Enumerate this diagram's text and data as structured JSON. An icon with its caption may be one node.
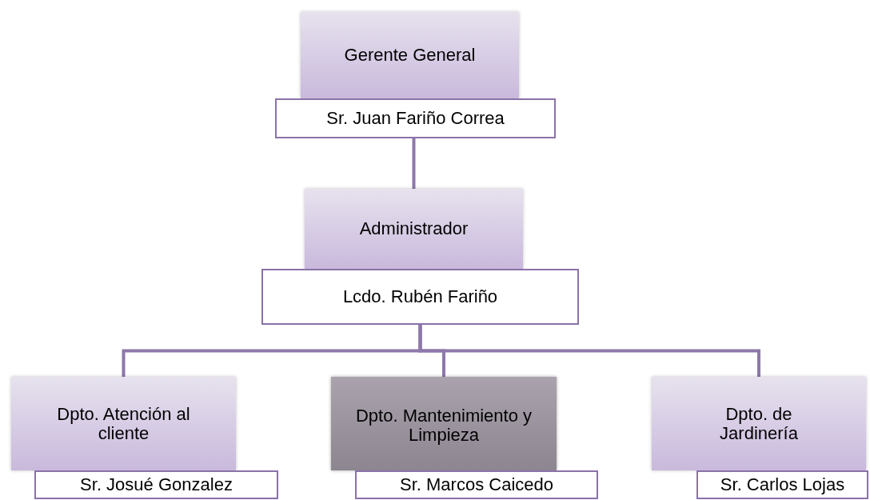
{
  "diagram": {
    "nodes": [
      {
        "text": [
          "Gerente General"
        ]
      },
      {
        "text": [
          "Sr. Juan Fariño Correa"
        ]
      },
      {
        "text": [
          "Administrador"
        ]
      },
      {
        "text": [
          "Lcdo. Rubén Fariño"
        ]
      },
      {
        "text": [
          "Dpto. Atención al cliente"
        ]
      },
      {
        "text": [
          "Sr. Josué Gonzalez"
        ]
      },
      {
        "text": [
          "Dpto. Mantenimiento y Limpieza"
        ]
      },
      {
        "text": [
          "Sr. Marcos Caicedo"
        ]
      },
      {
        "text": [
          "Dpto. de Jardinería"
        ]
      },
      {
        "text": [
          "Sr. Carlos Lojas"
        ]
      }
    ],
    "edges": [
      {
        "from": 1,
        "to": 2,
        "arrow": "none"
      },
      {
        "from": 3,
        "to": 4,
        "arrow": "none"
      },
      {
        "from": 3,
        "to": 6,
        "arrow": "none"
      },
      {
        "from": 3,
        "to": 8,
        "arrow": "none"
      }
    ]
  }
}
